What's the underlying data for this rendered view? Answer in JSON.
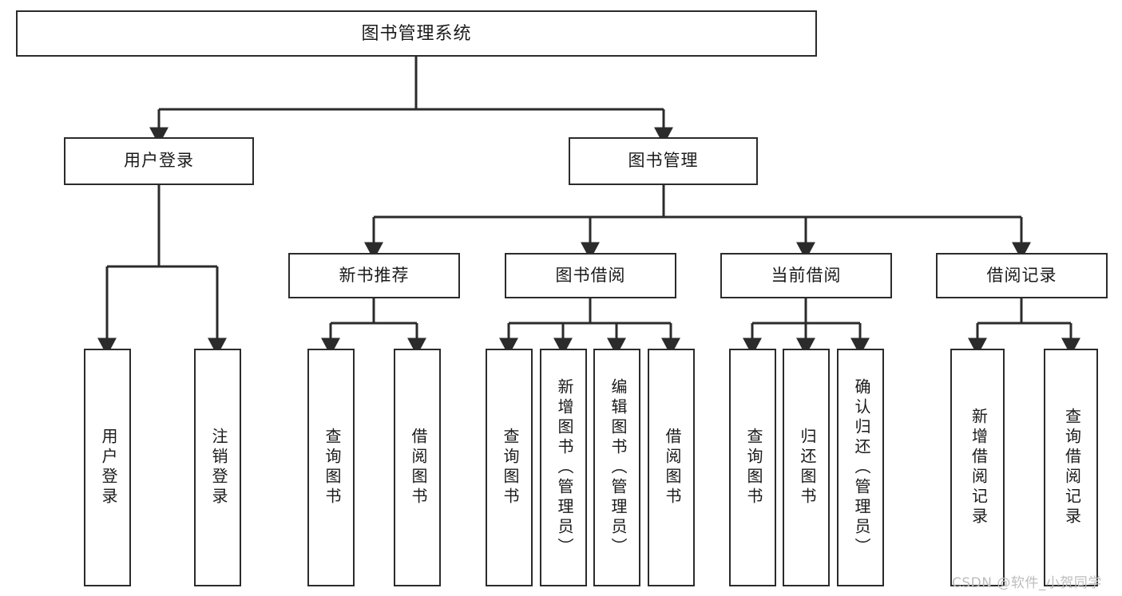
{
  "diagram": {
    "title": "图书管理系统",
    "type": "hierarchy-tree",
    "orientation": "top-down",
    "nodes": {
      "root": {
        "label": "图书管理系统",
        "level": 0
      },
      "level1": [
        {
          "id": "user-login",
          "label": "用户登录"
        },
        {
          "id": "book-management",
          "label": "图书管理"
        }
      ],
      "level2": [
        {
          "id": "new-book-recommend",
          "label": "新书推荐",
          "parent": "book-management"
        },
        {
          "id": "book-borrow",
          "label": "图书借阅",
          "parent": "book-management"
        },
        {
          "id": "current-borrow",
          "label": "当前借阅",
          "parent": "book-management"
        },
        {
          "id": "borrow-record",
          "label": "借阅记录",
          "parent": "book-management"
        }
      ],
      "leaves": {
        "user-login": [
          {
            "id": "leaf-user-login",
            "label": "用户登录"
          },
          {
            "id": "leaf-user-logout",
            "label": "注销登录"
          }
        ],
        "new-book-recommend": [
          {
            "id": "leaf-query-book-1",
            "label": "查询图书"
          },
          {
            "id": "leaf-borrow-book-1",
            "label": "借阅图书"
          }
        ],
        "book-borrow": [
          {
            "id": "leaf-query-book-2",
            "label": "查询图书"
          },
          {
            "id": "leaf-add-book",
            "label": "新增图书（管理员）"
          },
          {
            "id": "leaf-edit-book",
            "label": "编辑图书（管理员）"
          },
          {
            "id": "leaf-borrow-book-2",
            "label": "借阅图书"
          }
        ],
        "current-borrow": [
          {
            "id": "leaf-query-book-3",
            "label": "查询图书"
          },
          {
            "id": "leaf-return-book",
            "label": "归还图书"
          },
          {
            "id": "leaf-confirm-return",
            "label": "确认归还（管理员）"
          }
        ],
        "borrow-record": [
          {
            "id": "leaf-add-record",
            "label": "新增借阅记录"
          },
          {
            "id": "leaf-query-record",
            "label": "查询借阅记录"
          }
        ]
      }
    },
    "colors": {
      "stroke": "#2b2b2b",
      "fill": "#ffffff",
      "text": "#1a1a1a",
      "watermark": "#bdbdbd"
    }
  },
  "watermark": {
    "text": "CSDN @软件_小贺同学"
  }
}
